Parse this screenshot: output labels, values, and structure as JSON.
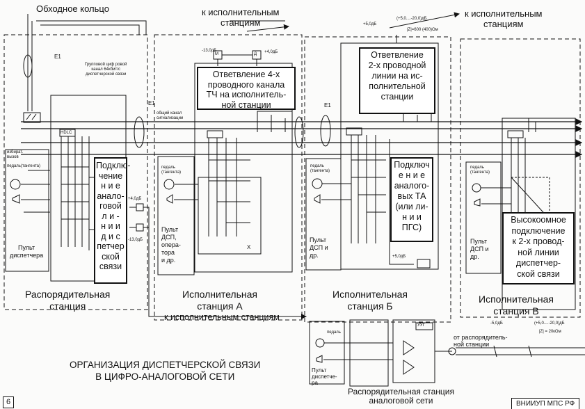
{
  "labels": {
    "bypass_ring": "Обходное кольцо",
    "to_exec_top1": "к исполнительным\nстанциям",
    "to_exec_top2": "к исполнительным\nстанциям",
    "to_exec_bottom": "к исполнительным станциям",
    "e1_a": "E1",
    "e1_b": "E1",
    "e1_c": "E1",
    "group_channel": "Групповой циф ровой\nканал 64кбит/с\nдиспетчерской связи",
    "common_channel": "общий канал\nсигнализации",
    "hdlc": "HDLC",
    "select_call": "избират.\nвызов",
    "pedal": "педаль(тангента)",
    "pedal_a": "педаль\n(тангента)",
    "pedal_b": "педаль\n(тангента)",
    "pedal_c": "педаль\n(тангента)",
    "pedal_d": "педаль",
    "dispatcher_console": "Пульт\nдиспетчера",
    "console_a": "Пульт\nДСП,\nопера-\nтора\nи др.",
    "console_b": "Пульт\nДСП и\nдр.",
    "console_c": "Пульт\nДСП и\nдр.",
    "console_d": "Пульт\nдиспетче-\nра",
    "level_m13_top": "-13,0дБ",
    "level_p4_top": "+4,0дБ",
    "level_p4_left": "+4,0дБ",
    "level_m13_left": "-13,0дБ",
    "level_m5_top": "+5,0дБ",
    "level_range_top": "(+5,0....-20,0)дБ",
    "impedance_top": "|Z|=600 (400)Ом",
    "level_m5_bottom": "-5,0дБ",
    "level_range_bottom": "(+5,0....-20,0)дБ",
    "impedance_bottom": "|Z| = 20кОм",
    "level_p5_b": "+5,0дБ",
    "m_letter": "М",
    "d_letter": "Д",
    "uyg": "УУГ",
    "from_dispatch": "от распорядитель-\nной станции",
    "x_mark": "X",
    "page_num": "6",
    "stamp": "ВНИИУП МПС РФ"
  },
  "boxes": {
    "connect_dispatch": "Подклю-\nчение\nн и е\nанало-\nговой\nл и -\nн и и\nд и с\nпетчер\nской\nсвязи",
    "branch_4wire": "Ответвление 4-х\nпроводного канала\nТЧ на исполнитель-\nной станции",
    "branch_2wire": "Ответвление\n2-х проводной\nлинии на ис-\nполнительной\nстанции",
    "connect_analog_ta": "Подключ\nе н и е\nаналого-\nвых ТА\n(или ли-\nн и и\nПГС)",
    "high_impedance": "Высокоомное\nподключение\nк 2-х провод-\nной линии\nдиспетчер-\nской связи"
  },
  "stations": {
    "dispatch": "Распорядительная\nстанция",
    "exec_a": "Исполнительная\nстанция А",
    "exec_b": "Исполнительная\nстанция Б",
    "exec_c": "Исполнительная\nстанция В",
    "analog_dispatch": "Распорядительная станция\nаналоговой сети"
  },
  "title": "ОРГАНИЗАЦИЯ ДИСПЕТЧЕРСКОЙ СВЯЗИ\nВ ЦИФРО-АНАЛОГОВОЙ СЕТИ"
}
